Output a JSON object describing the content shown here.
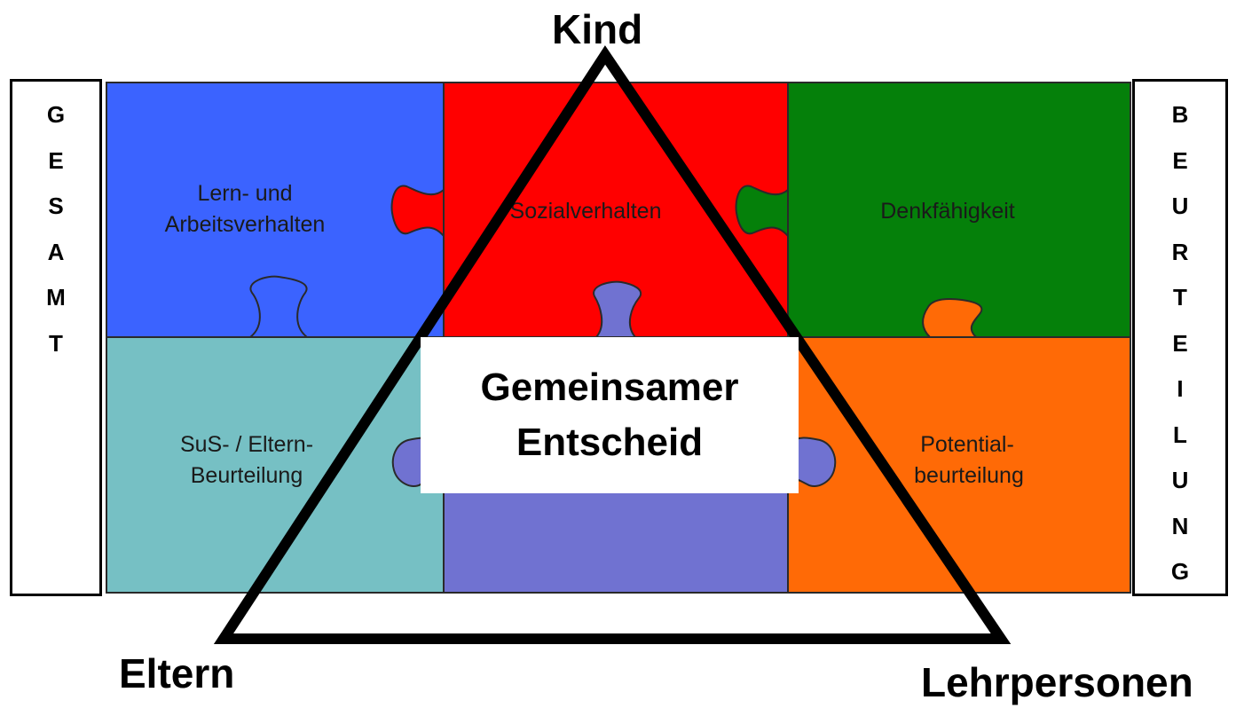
{
  "left_panel": {
    "letters": [
      "G",
      "E",
      "S",
      "A",
      "M",
      "T"
    ]
  },
  "right_panel": {
    "letters": [
      "B",
      "E",
      "U",
      "R",
      "T",
      "E",
      "I",
      "L",
      "U",
      "N",
      "G"
    ]
  },
  "pieces": {
    "top_left": {
      "line1": "Lern- und",
      "line2": "Arbeitsverhalten",
      "color": "#3b63ff"
    },
    "top_middle": {
      "line1": "Sozialverhalten",
      "color": "#ff0000"
    },
    "top_right": {
      "line1": "Denkfähigkeit",
      "color": "#05800a"
    },
    "bottom_left": {
      "line1": "SuS- / Eltern-",
      "line2": "Beurteilung",
      "color": "#76c0c4"
    },
    "bottom_middle": {
      "color": "#7072d1"
    },
    "bottom_right": {
      "line1": "Potential-",
      "line2": "beurteilung",
      "color": "#ff6a06"
    }
  },
  "triangle": {
    "top_label": "Kind",
    "left_label": "Eltern",
    "right_label": "Lehrpersonen"
  },
  "center": {
    "line1": "Gemeinsamer",
    "line2": "Entscheid"
  }
}
